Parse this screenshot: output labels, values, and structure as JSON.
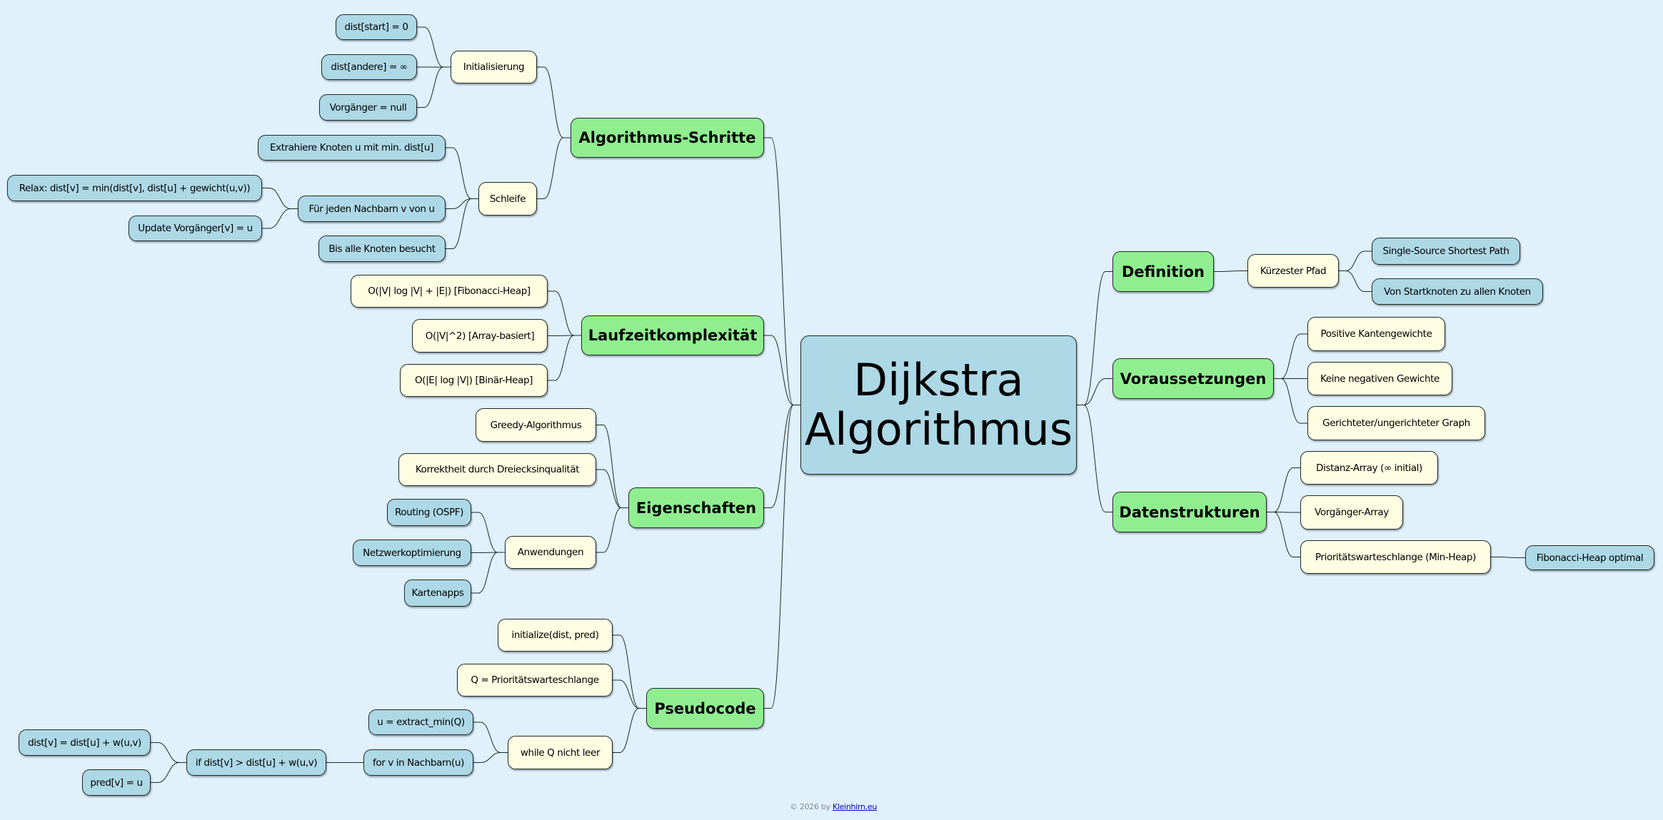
{
  "root": {
    "id": "root",
    "label": "Dijkstra Algorithmus",
    "lines": [
      "Dijkstra",
      "Algorithmus"
    ]
  },
  "nodes": [
    {
      "id": "schritte",
      "parent": "root",
      "level": 1,
      "label": "Algorithmus-Schritte"
    },
    {
      "id": "init",
      "parent": "schritte",
      "level": 2,
      "label": "Initialisierung"
    },
    {
      "id": "i1",
      "parent": "init",
      "level": 3,
      "label": "dist[start] = 0"
    },
    {
      "id": "i2",
      "parent": "init",
      "level": 3,
      "label": "dist[andere] = ∞"
    },
    {
      "id": "i3",
      "parent": "init",
      "level": 3,
      "label": "Vorgänger = null"
    },
    {
      "id": "schleife",
      "parent": "schritte",
      "level": 2,
      "label": "Schleife"
    },
    {
      "id": "s1",
      "parent": "schleife",
      "level": 3,
      "label": "Extrahiere Knoten u mit min. dist[u]"
    },
    {
      "id": "s2",
      "parent": "schleife",
      "level": 3,
      "label": "Für jeden Nachbarn v von u"
    },
    {
      "id": "s2a",
      "parent": "s2",
      "level": 3,
      "label": "Relax: dist[v] = min(dist[v], dist[u] + gewicht(u,v))"
    },
    {
      "id": "s2b",
      "parent": "s2",
      "level": 3,
      "label": "Update Vorgänger[v] = u"
    },
    {
      "id": "s3",
      "parent": "schleife",
      "level": 3,
      "label": "Bis alle Knoten besucht"
    },
    {
      "id": "laufzeit",
      "parent": "root",
      "level": 1,
      "label": "Laufzeitkomplexität"
    },
    {
      "id": "l1",
      "parent": "laufzeit",
      "level": 2,
      "label": "O(|V| log |V| + |E|) [Fibonacci-Heap]"
    },
    {
      "id": "l2",
      "parent": "laufzeit",
      "level": 2,
      "label": "O(|V|^2) [Array-basiert]"
    },
    {
      "id": "l3",
      "parent": "laufzeit",
      "level": 2,
      "label": "O(|E| log |V|) [Binär-Heap]"
    },
    {
      "id": "eigen",
      "parent": "root",
      "level": 1,
      "label": "Eigenschaften"
    },
    {
      "id": "e1",
      "parent": "eigen",
      "level": 2,
      "label": "Greedy-Algorithmus"
    },
    {
      "id": "e2",
      "parent": "eigen",
      "level": 2,
      "label": "Korrektheit durch Dreiecksinqualität"
    },
    {
      "id": "anw",
      "parent": "eigen",
      "level": 2,
      "label": "Anwendungen"
    },
    {
      "id": "a1",
      "parent": "anw",
      "level": 3,
      "label": "Routing (OSPF)"
    },
    {
      "id": "a2",
      "parent": "anw",
      "level": 3,
      "label": "Netzwerkoptimierung"
    },
    {
      "id": "a3",
      "parent": "anw",
      "level": 3,
      "label": "Kartenapps"
    },
    {
      "id": "pseudo",
      "parent": "root",
      "level": 1,
      "label": "Pseudocode"
    },
    {
      "id": "p1",
      "parent": "pseudo",
      "level": 2,
      "label": "initialize(dist, pred)"
    },
    {
      "id": "p2",
      "parent": "pseudo",
      "level": 2,
      "label": "Q = Prioritätswarteschlange"
    },
    {
      "id": "while",
      "parent": "pseudo",
      "level": 2,
      "label": "while Q nicht leer"
    },
    {
      "id": "w1",
      "parent": "while",
      "level": 3,
      "label": "u = extract_min(Q)"
    },
    {
      "id": "w2",
      "parent": "while",
      "level": 3,
      "label": "for v in Nachbarn(u)"
    },
    {
      "id": "w2a",
      "parent": "w2",
      "level": 3,
      "label": "if dist[v] > dist[u] + w(u,v)"
    },
    {
      "id": "w2a1",
      "parent": "w2a",
      "level": 3,
      "label": "dist[v] = dist[u] + w(u,v)"
    },
    {
      "id": "w2a2",
      "parent": "w2a",
      "level": 3,
      "label": "pred[v] = u"
    },
    {
      "id": "def",
      "parent": "root",
      "level": 1,
      "label": "Definition"
    },
    {
      "id": "kp",
      "parent": "def",
      "level": 2,
      "label": "Kürzester Pfad"
    },
    {
      "id": "kp1",
      "parent": "kp",
      "level": 3,
      "label": "Single-Source Shortest Path"
    },
    {
      "id": "kp2",
      "parent": "kp",
      "level": 3,
      "label": "Von Startknoten zu allen Knoten"
    },
    {
      "id": "vor",
      "parent": "root",
      "level": 1,
      "label": "Voraussetzungen"
    },
    {
      "id": "v1",
      "parent": "vor",
      "level": 2,
      "label": "Positive Kantengewichte"
    },
    {
      "id": "v2",
      "parent": "vor",
      "level": 2,
      "label": "Keine negativen Gewichte"
    },
    {
      "id": "v3",
      "parent": "vor",
      "level": 2,
      "label": "Gerichteter/ungerichteter Graph"
    },
    {
      "id": "daten",
      "parent": "root",
      "level": 1,
      "label": "Datenstrukturen"
    },
    {
      "id": "d1",
      "parent": "daten",
      "level": 2,
      "label": "Distanz-Array (∞ initial)"
    },
    {
      "id": "d2",
      "parent": "daten",
      "level": 2,
      "label": "Vorgänger-Array"
    },
    {
      "id": "d3",
      "parent": "daten",
      "level": 2,
      "label": "Prioritätswarteschlange (Min-Heap)"
    },
    {
      "id": "d3a",
      "parent": "d3",
      "level": 3,
      "label": "Fibonacci-Heap optimal"
    }
  ],
  "footer": {
    "prefix": "© 2026 by ",
    "link": "Kleinhirn.eu"
  },
  "colors": {
    "background": "#e0f1fc",
    "root": "#add8e6",
    "level1": "#90ee90",
    "level2": "#fffde2",
    "level3": "#add8e6",
    "line": "#1e2a2a"
  }
}
